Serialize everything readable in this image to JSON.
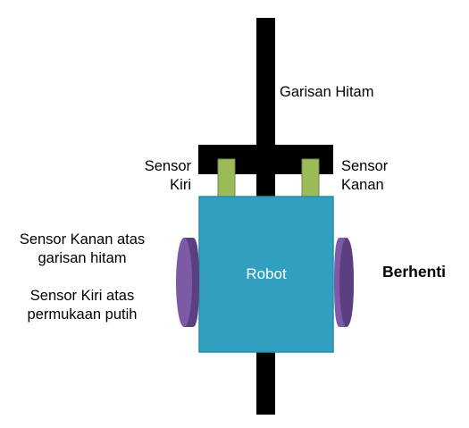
{
  "labels": {
    "line": "Garisan Hitam",
    "left_sensor": [
      "Sensor",
      "Kiri"
    ],
    "right_sensor": [
      "Sensor",
      "Kanan"
    ],
    "robot": "Robot",
    "status_left_1": [
      "Sensor Kanan atas",
      "garisan hitam"
    ],
    "status_left_2": [
      "Sensor Kiri atas",
      "permukaan putih"
    ],
    "action": "Berhenti"
  },
  "colors": {
    "line": "#000000",
    "sensor": "#9bbb59",
    "sensor_border": "#71893f",
    "robot_body": "#31a0c0",
    "robot_border": "#2a8ca8",
    "wheel": "#7d5aa6",
    "wheel_dark": "#5b3f80",
    "text": "#000000",
    "robot_text": "#ffffff"
  }
}
